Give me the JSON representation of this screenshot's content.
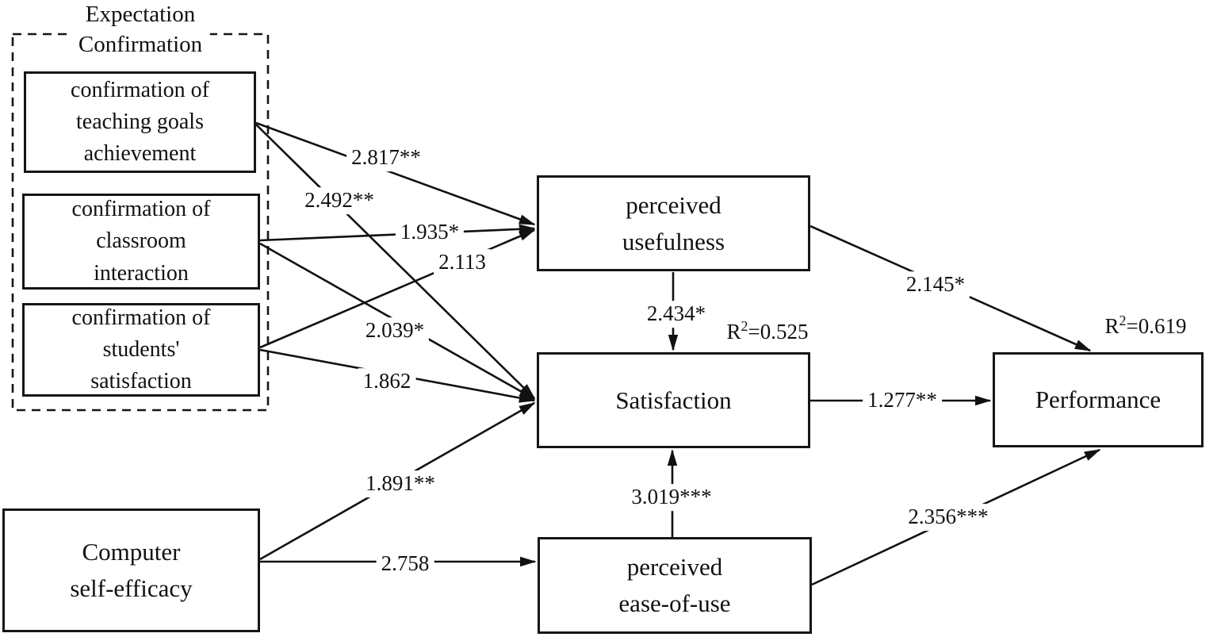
{
  "diagram": {
    "group_title": "Expectation\nConfirmation",
    "nodes": {
      "ctg": {
        "label": "confirmation of\nteaching goals\nachievement"
      },
      "cci": {
        "label": "confirmation of\nclassroom\ninteraction"
      },
      "css": {
        "label": "confirmation of\nstudents'\nsatisfaction"
      },
      "cse": {
        "label": "Computer\nself-efficacy"
      },
      "pu": {
        "label": "perceived\nusefulness"
      },
      "sat": {
        "label": "Satisfaction"
      },
      "peou": {
        "label": "perceived\nease-of-use"
      },
      "perf": {
        "label": "Performance"
      }
    },
    "edges": [
      {
        "from": "confirmation-of-teaching-goals-achievement",
        "to": "perceived-usefulness",
        "label": "2.817**"
      },
      {
        "from": "confirmation-of-teaching-goals-achievement",
        "to": "satisfaction",
        "label": "2.492**"
      },
      {
        "from": "confirmation-of-classroom-interaction",
        "to": "perceived-usefulness",
        "label": "1.935*"
      },
      {
        "from": "confirmation-of-classroom-interaction",
        "to": "satisfaction",
        "label": "2.039*"
      },
      {
        "from": "confirmation-of-students-satisfaction",
        "to": "perceived-usefulness",
        "label": "2.113"
      },
      {
        "from": "confirmation-of-students-satisfaction",
        "to": "satisfaction",
        "label": "1.862"
      },
      {
        "from": "computer-self-efficacy",
        "to": "satisfaction",
        "label": "1.891**"
      },
      {
        "from": "computer-self-efficacy",
        "to": "perceived-ease-of-use",
        "label": "2.758"
      },
      {
        "from": "perceived-usefulness",
        "to": "satisfaction",
        "label": "2.434*"
      },
      {
        "from": "perceived-ease-of-use",
        "to": "satisfaction",
        "label": "3.019***"
      },
      {
        "from": "satisfaction",
        "to": "performance",
        "label": "1.277**"
      },
      {
        "from": "perceived-usefulness",
        "to": "performance",
        "label": "2.145*"
      },
      {
        "from": "perceived-ease-of-use",
        "to": "performance",
        "label": "2.356***"
      }
    ],
    "r_squared": {
      "satisfaction": {
        "base": "R",
        "sup": "2",
        "rest": "=0.525"
      },
      "performance": {
        "base": "R",
        "sup": "2",
        "rest": "=0.619"
      }
    },
    "colors": {
      "line": "#111111",
      "box_border": "#161616",
      "background": "#ffffff"
    }
  }
}
